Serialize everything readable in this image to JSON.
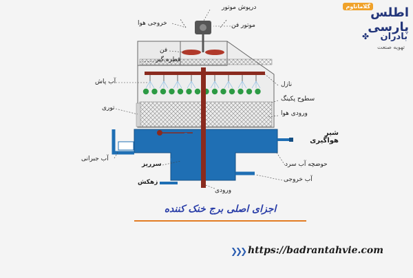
{
  "logo": {
    "badge": "گلاماناوم",
    "brand": "اطلس پارسی",
    "company": "بادران",
    "tagline": "تهویه صنعت",
    "fan_icon": "fan-icon"
  },
  "labels": {
    "motor_shaft": "درپوش موتور",
    "air_outlet": "خروجی هوا",
    "motor_fan": "موتور فن",
    "fan": "فن",
    "drift_eliminator": "قطره گیر",
    "nozzle": "نازل",
    "water_spray": "آب پاش",
    "packing_surfaces": "سطوح پکینگ",
    "air_inlet": "ورودی هوا",
    "louver": "توری",
    "air_vent_valve": "شیر هواگیری",
    "makeup_water": "آب جبرانی",
    "cold_water_basin": "حوضچه آب سرد",
    "overflow": "سرریز",
    "water_outlet": "آب خروجی",
    "drain": "زهکش",
    "inlet": "ورودی"
  },
  "caption": "اجزای اصلی برج خنک کننده",
  "website": "https://badrantahvie.com",
  "colors": {
    "water": "#1f6fb4",
    "pipe": "#8a2a1e",
    "packing": "#c9c9c9",
    "nozzle": "#2c9a44",
    "frame": "#555555",
    "caption": "#2a3ea8",
    "accent": "#e27b22"
  }
}
